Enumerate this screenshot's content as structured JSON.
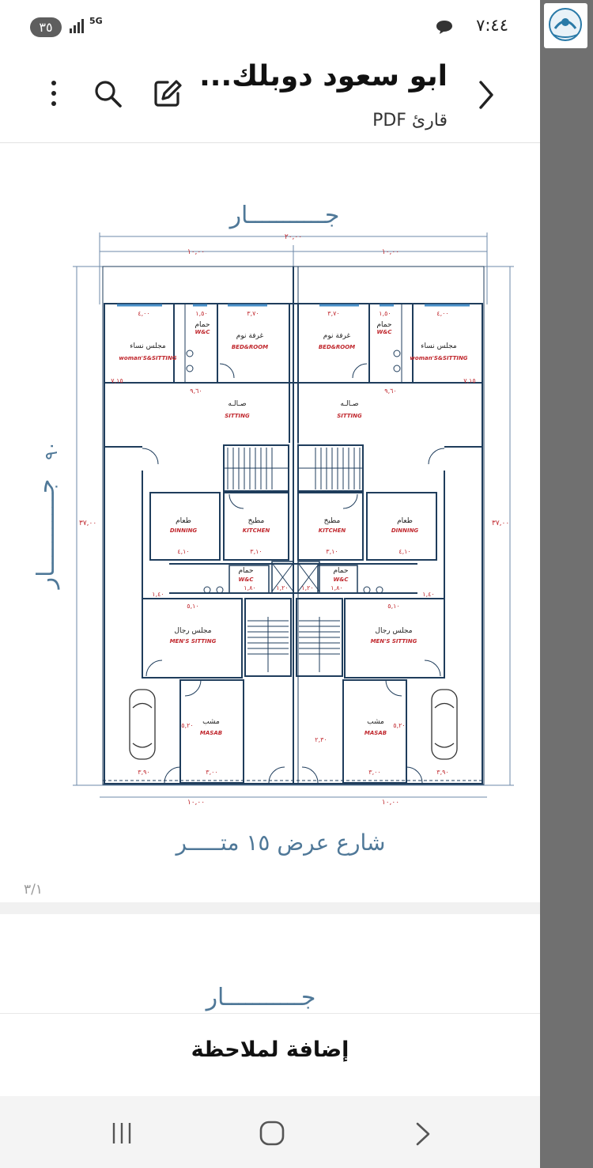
{
  "status_bar": {
    "time": "٧:٤٤",
    "notification_badge": "٣٥",
    "network": "5G"
  },
  "toolbar": {
    "title": "ابو سعود دوبلك...",
    "subtitle": "قارئ PDF",
    "icons": [
      "back-chevron-icon",
      "edit-icon",
      "search-icon",
      "more-vert-icon"
    ]
  },
  "drawing": {
    "top_neighbor": "جـــــــــــار",
    "side_neighbor": "جـــــــــــار",
    "side_dimension": "٩٠",
    "street": "شارع عرض ١٥ متـــــر",
    "dim_total_width": "٢٠,٠٠",
    "dim_half_width": "١٠,٠٠",
    "dim_depth": "٣٧,٠٠",
    "rooms": {
      "women_sitting_ar": "مجلس نساء",
      "women_sitting_en": "woman'S&SITTING",
      "bedroom_ar": "غرفة نوم",
      "bedroom_en": "BED&ROOM",
      "bath_ar": "حمام",
      "bath_en": "W&C",
      "hall_ar": "صـالـه",
      "hall_en": "SITTING",
      "dining_ar": "طعام",
      "dining_en": "DINNING",
      "kitchen_ar": "مطبخ",
      "kitchen_en": "KITCHEN",
      "men_sitting_ar": "مجلس رجال",
      "men_sitting_en": "MEN'S SITTING",
      "masab_ar": "مشب",
      "masab_en": "MASAB"
    },
    "dims": {
      "d_400": "٤,٠٠",
      "d_150": "١,٥٠",
      "d_370": "٣,٧٠",
      "d_715": "٧,١٥",
      "d_960": "٩,٦٠",
      "d_410": "٤,١٠",
      "d_310": "٣,١٠",
      "d_510": "٥,١٠",
      "d_140": "١,٤٠",
      "d_180": "١,٨٠",
      "d_120": "١,٢٠",
      "d_390": "٣,٩٠",
      "d_300": "٣,٠٠",
      "d_230": "٢,٣٠",
      "d_520": "٥,٢٠"
    }
  },
  "page_indicator": "٣/١",
  "page2_neighbor": "جـــــــــــار",
  "note_button": "إضافة لملاحظة",
  "nav": {
    "icons": [
      "recent-apps-icon",
      "home-icon",
      "back-icon"
    ]
  },
  "colors": {
    "wall": "#1f3d5c",
    "dim_line": "#6d8aa8",
    "label_red": "#c0272d",
    "neighbor_text": "#4f7898"
  }
}
